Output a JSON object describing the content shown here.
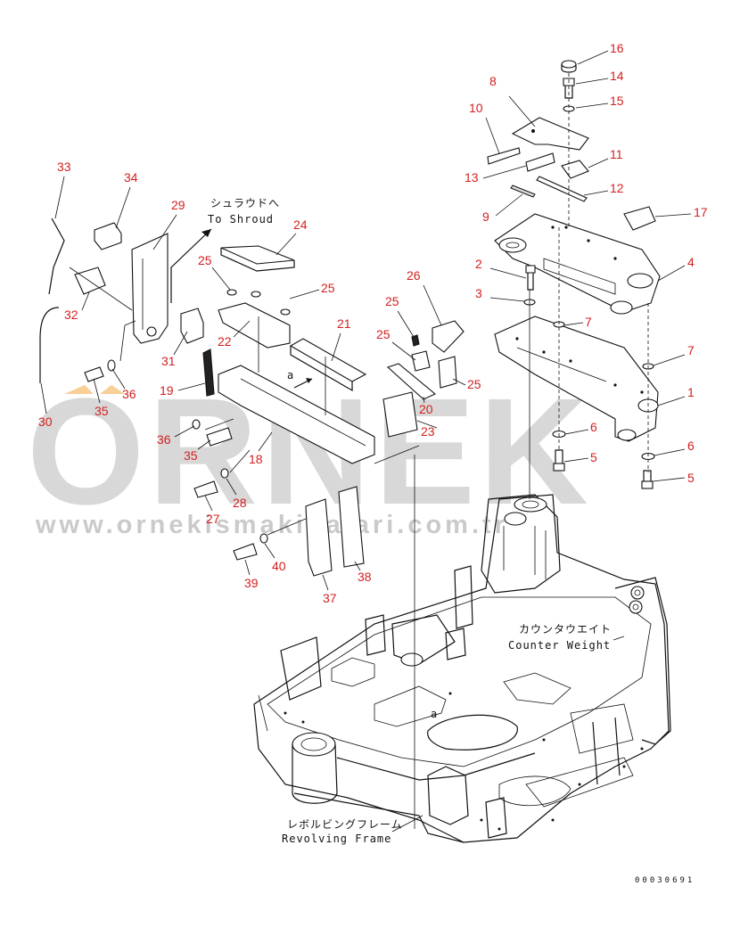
{
  "labels": {
    "shroud_jp": "シュラウドへ",
    "shroud_en": "To Shroud",
    "counter_jp": "カウンタウエイト",
    "counter_en": "Counter Weight",
    "revolving_jp": "レボルビングフレーム",
    "revolving_en": "Revolving Frame",
    "ref_a1": "a",
    "ref_a2": "a"
  },
  "watermark": {
    "brand": "ORNEK",
    "url": "www.ornekismakinalari.com.tr"
  },
  "document_id": "00030691",
  "callouts": {
    "n1": "1",
    "n2": "2",
    "n3": "3",
    "n4": "4",
    "n5a": "5",
    "n5b": "5",
    "n6a": "6",
    "n6b": "6",
    "n7a": "7",
    "n7b": "7",
    "n8": "8",
    "n9": "9",
    "n10": "10",
    "n11": "11",
    "n12": "12",
    "n13": "13",
    "n14": "14",
    "n15": "15",
    "n16": "16",
    "n17": "17",
    "n18": "18",
    "n19": "19",
    "n20": "20",
    "n21": "21",
    "n22": "22",
    "n23": "23",
    "n24": "24",
    "n25a": "25",
    "n25b": "25",
    "n25c": "25",
    "n25d": "25",
    "n25e": "25",
    "n26": "26",
    "n27": "27",
    "n28": "28",
    "n29": "29",
    "n30": "30",
    "n31": "31",
    "n32": "32",
    "n33": "33",
    "n34": "34",
    "n35a": "35",
    "n35b": "35",
    "n36a": "36",
    "n36b": "36",
    "n37": "37",
    "n38": "38",
    "n39": "39",
    "n40": "40"
  },
  "colors": {
    "callout": "#d42020",
    "line": "#111111",
    "watermark": "#b9b9b9",
    "watermark_accent": "#f0a030"
  }
}
